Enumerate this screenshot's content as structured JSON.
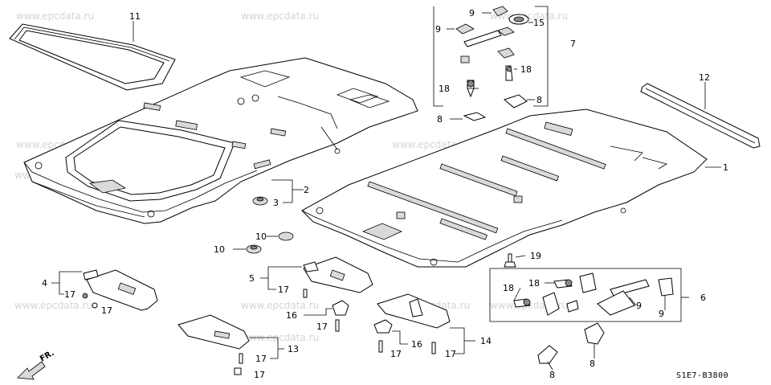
{
  "watermark": "www.epcdata.ru",
  "diagram_code": "S1E7-B3800",
  "direction_marker": "FR.",
  "callouts": {
    "c1": "1",
    "c2": "2",
    "c3": "3",
    "c4": "4",
    "c5": "5",
    "c6": "6",
    "c7": "7",
    "c8a": "8",
    "c8b": "8",
    "c8c": "8",
    "c8d": "8",
    "c9a": "9",
    "c9b": "9",
    "c9c": "9",
    "c9d": "9",
    "c10a": "10",
    "c10b": "10",
    "c11": "11",
    "c12": "12",
    "c13": "13",
    "c14": "14",
    "c15": "15",
    "c16a": "16",
    "c16b": "16",
    "c17a": "17",
    "c17b": "17",
    "c17c": "17",
    "c17d": "17",
    "c17e": "17",
    "c17f": "17",
    "c17g": "17",
    "c17h": "17",
    "c18a": "18",
    "c18b": "18",
    "c18c": "18",
    "c18d": "18",
    "c19": "19"
  },
  "colors": {
    "line": "#000000",
    "shade": "#d9d9d9",
    "watermark": "#d4d4d4",
    "background": "#ffffff"
  }
}
